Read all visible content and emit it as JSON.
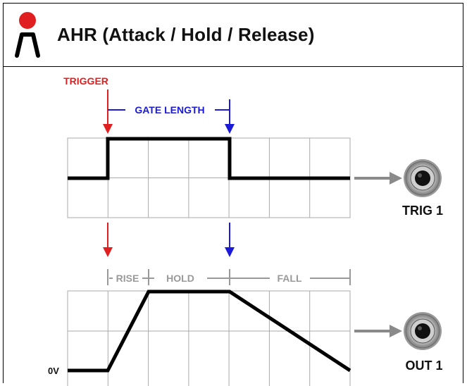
{
  "header": {
    "title": "AHR (Attack / Hold / Release)",
    "logo_icon": "module-logo-icon"
  },
  "colors": {
    "trigger": "#e02020",
    "gate": "#1a1ad8",
    "stage": "#999999",
    "signal": "#000000",
    "grid": "#aaaaaa",
    "patch_arrow": "#8a8a8a"
  },
  "gate_diagram": {
    "trigger_label": "TRIGGER",
    "gate_length_label": "GATE LENGTH",
    "output_label": "TRIG 1"
  },
  "envelope_diagram": {
    "stages": [
      "RISE",
      "HOLD",
      "FALL"
    ],
    "zero_label": "0V",
    "output_label": "OUT 1"
  }
}
